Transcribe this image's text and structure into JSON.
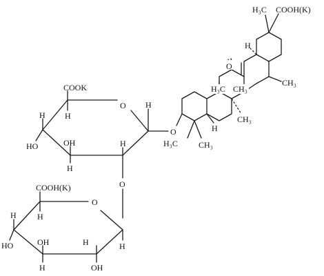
{
  "colors": {
    "ink": "#111111",
    "background": "#ffffff"
  },
  "labels": {
    "top_ch3": "H₃C",
    "top_cooh": "COOH(K)",
    "h_e_ring": "H",
    "ketone_o": "O",
    "ch3_upper_d": "CH₃",
    "h3c_c_ring": "H₃C",
    "ch3_c_ring": "CH₃",
    "ch3_lower_c": "CH₃",
    "h_b_ring": "H",
    "glycosidic_o": "O",
    "h3c_gem": "H₃C",
    "ch3_gem": "CH₃",
    "sugar1_cook": "COOK",
    "sugar1_ring_o": "O",
    "sugar1_h_anomeric": "H",
    "sugar1_h_c5": "H",
    "sugar1_h_c4": "H",
    "sugar1_ho_c4": "HO",
    "sugar1_oh_c3": "OH",
    "sugar1_h_c3": "H",
    "sugar1_h_c2": "H",
    "link_o": "O",
    "sugar2_cooh": "COOH(K)",
    "sugar2_ring_o": "O",
    "sugar2_h_c5": "H",
    "sugar2_h_c4": "H",
    "sugar2_ho_c4": "HO",
    "sugar2_oh_c3": "OH",
    "sugar2_h_c3": "H",
    "sugar2_h_c2": "H",
    "sugar2_oh_c2": "OH",
    "sugar2_h_anomeric": "H"
  }
}
